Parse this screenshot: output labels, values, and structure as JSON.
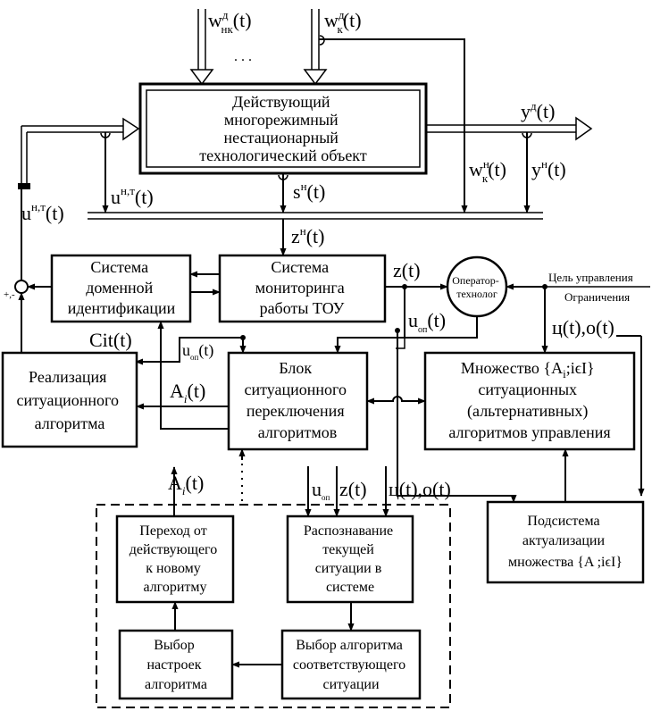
{
  "inputs": {
    "w_nk": "w",
    "w_nk_sup": "д",
    "w_nk_sub": "нк",
    "w_nk_arg": "(t)",
    "w_k": "w",
    "w_k_sup": "д",
    "w_k_sub": "к",
    "w_k_arg": "(t)",
    "dots": ". . ."
  },
  "object_block": [
    "Действующий",
    "многорежимный",
    "нестационарный",
    "технологический объект"
  ],
  "signals": {
    "y_d": "y",
    "y_d_sup": "д",
    "y_d_arg": "(t)",
    "w_k_n": "w",
    "w_k_n_sup": "н",
    "w_k_n_sub": "к",
    "w_k_n_arg": "(t)",
    "y_n": "y",
    "y_n_sup": "н",
    "y_n_arg": "(t)",
    "s_n": "s",
    "s_n_sup": "н",
    "s_n_arg": "(t)",
    "u_nt_left": "u",
    "u_nt_left_sup": "н,т",
    "u_nt_left_arg": "(t)",
    "u_nt_inner": "u",
    "u_nt_inner_sup": "н,т",
    "u_nt_inner_arg": "(t)",
    "z_n": "z",
    "z_n_sup": "н",
    "z_n_arg": "(t)",
    "z_t": "z(t)",
    "u_op": "u",
    "u_op_sub": "оп",
    "u_op_arg": "(t)",
    "u_op_left": "u",
    "u_op_left_sub": "оп",
    "u_op_left_arg": "(t)",
    "cit": "Cit(t)",
    "ai_main": "A",
    "ai_main_sub": "i",
    "ai_main_arg": "(t)",
    "ai_top": "A",
    "ai_top_sub": "i",
    "ai_top_arg": "(t)",
    "c_o": "ц(t),o(t)",
    "u_op_in": "u",
    "u_op_in_sub": "оп",
    "z_in": "z(t)",
    "c_o_in": "ц(t),o(t)",
    "sum_signs": "+,-"
  },
  "goals": {
    "goal": "Цель управления",
    "limits": "Ограничения"
  },
  "blocks": {
    "domain_id": [
      "Система",
      "доменной",
      "идентификации"
    ],
    "monitoring": [
      "Система",
      "мониторинга",
      "работы ТОУ"
    ],
    "operator": [
      "Оператор-",
      "технолог"
    ],
    "realization": [
      "Реализация",
      "ситуационного",
      "алгоритма"
    ],
    "switching": [
      "Блок",
      "ситуационного",
      "переключения",
      "алгоритмов"
    ],
    "set_main": "Множество {A",
    "set_main_sub": "i",
    "set_main_tail": ";iϵI}",
    "set_lines": [
      "ситуационных",
      "(альтернативных)",
      "алгоритмов управления"
    ],
    "update": [
      "Подсистема",
      "актуализации"
    ],
    "update_last": "множества {A ;iϵI}",
    "transition": [
      "Переход от",
      "действующего",
      "к новому",
      "алгоритму"
    ],
    "recognition": [
      "Распознавание",
      "текущей",
      "ситуации в",
      "системе"
    ],
    "select_settings": [
      "Выбор",
      "настроек",
      "алгоритма"
    ],
    "select_algorithm": [
      "Выбор алгоритма",
      "соответствующего",
      "ситуации"
    ]
  }
}
